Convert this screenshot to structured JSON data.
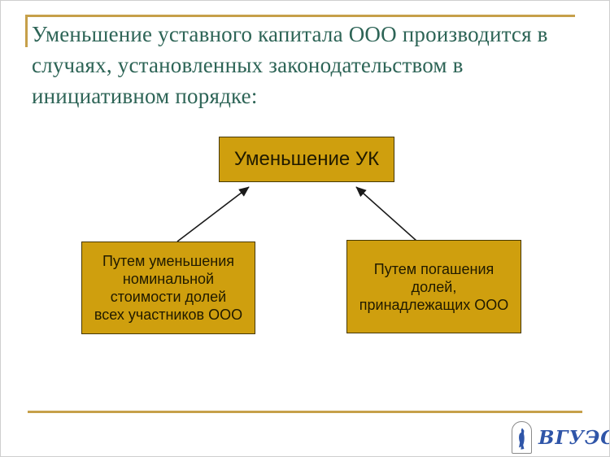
{
  "slide": {
    "background": "#ffffff",
    "accent_gold": "#C6A04A",
    "title_color": "#2D6456"
  },
  "title": {
    "lines": [
      "Уменьшение уставного капитала ООО производится в",
      "случаях, установленных законодательством в",
      "инициативном порядке:"
    ]
  },
  "diagram": {
    "box_fill": "#CF9F0E",
    "box_border": "#473800",
    "text_color": "#201a00",
    "root": {
      "label": "Уменьшение УК"
    },
    "children": [
      {
        "lines": [
          "Путем уменьшения",
          "номинальной",
          "стоимости долей",
          "всех участников ООО"
        ]
      },
      {
        "lines": [
          "Путем погашения",
          "долей,",
          "принадлежащих ООО"
        ]
      }
    ]
  },
  "footer": {
    "logo_text": "ВГУЭС",
    "logo_color": "#2F55A8"
  }
}
